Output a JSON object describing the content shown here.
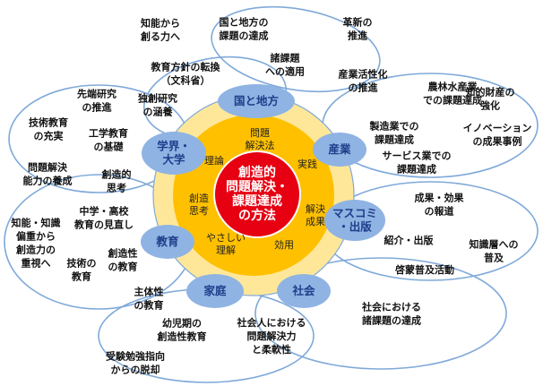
{
  "colors": {
    "ring_stroke": "#7fa9d9",
    "node_fill": "#8fb3e3",
    "node_text": "#1f3d8a",
    "outer_circle": "#ffe79a",
    "middle_circle": "#ffc000",
    "core_fill": "#e60012",
    "core_text": "#ffffff"
  },
  "core": {
    "lines": [
      "創造的",
      "問題解決・",
      "課題達成",
      "の方法"
    ]
  },
  "inner_labels": [
    {
      "id": "mondai",
      "lines": [
        "問題",
        "解決法"
      ]
    },
    {
      "id": "jissen",
      "lines": [
        "実践"
      ]
    },
    {
      "id": "kaiketsu",
      "lines": [
        "解決",
        "成果"
      ]
    },
    {
      "id": "kouyou",
      "lines": [
        "効用"
      ]
    },
    {
      "id": "yasashii",
      "lines": [
        "やさしい",
        "理解"
      ]
    },
    {
      "id": "souzou",
      "lines": [
        "創造",
        "思考"
      ]
    },
    {
      "id": "riron",
      "lines": [
        "理論"
      ]
    }
  ],
  "nodes": [
    {
      "id": "kuni",
      "lines": [
        "国と地方"
      ]
    },
    {
      "id": "sangyo",
      "lines": [
        "産業"
      ]
    },
    {
      "id": "masukomi",
      "lines": [
        "マスコミ",
        "・出版"
      ]
    },
    {
      "id": "shakai",
      "lines": [
        "社会"
      ]
    },
    {
      "id": "katei",
      "lines": [
        "家庭"
      ]
    },
    {
      "id": "kyoiku",
      "lines": [
        "教育"
      ]
    },
    {
      "id": "gakkai",
      "lines": [
        "学界・",
        "大学"
      ]
    }
  ],
  "labels": [
    {
      "id": "l1",
      "lines": [
        "知能から",
        "創る力へ"
      ]
    },
    {
      "id": "l2",
      "lines": [
        "国と地方の",
        "課題の達成"
      ]
    },
    {
      "id": "l3",
      "lines": [
        "革新の",
        "推進"
      ]
    },
    {
      "id": "l4",
      "lines": [
        "諸課題",
        "への適用"
      ]
    },
    {
      "id": "l5",
      "lines": [
        "教育方針の転換",
        "（文科省）"
      ]
    },
    {
      "id": "l6",
      "lines": [
        "産業活性化",
        "の推進"
      ]
    },
    {
      "id": "l7",
      "lines": [
        "先端研究",
        "の推進"
      ]
    },
    {
      "id": "l8",
      "lines": [
        "独創研究",
        "の涵養"
      ]
    },
    {
      "id": "l9",
      "lines": [
        "農林水産業",
        "での課題達成"
      ]
    },
    {
      "id": "l10",
      "lines": [
        "知的財産の",
        "強化"
      ]
    },
    {
      "id": "l11",
      "lines": [
        "技術教育",
        "の充実"
      ]
    },
    {
      "id": "l12",
      "lines": [
        "工学教育",
        "の基礎"
      ]
    },
    {
      "id": "l13",
      "lines": [
        "製造業での",
        "課題達成"
      ]
    },
    {
      "id": "l14",
      "lines": [
        "イノベーション",
        "の成果事例"
      ]
    },
    {
      "id": "l15",
      "lines": [
        "サービス業での",
        "課題達成"
      ]
    },
    {
      "id": "l16",
      "lines": [
        "問題解決",
        "能力の養成"
      ]
    },
    {
      "id": "l17",
      "lines": [
        "創造的",
        "思考"
      ]
    },
    {
      "id": "l18",
      "lines": [
        "成果・効果",
        "の報道"
      ]
    },
    {
      "id": "l19",
      "lines": [
        "中学・高校",
        "教育の見直し"
      ]
    },
    {
      "id": "l20",
      "lines": [
        "知能・知識",
        "偏重から",
        "創造力の",
        "重視へ"
      ]
    },
    {
      "id": "l21",
      "lines": [
        "創造性",
        "の教育"
      ]
    },
    {
      "id": "l22",
      "lines": [
        "技術の",
        "教育"
      ]
    },
    {
      "id": "l23",
      "lines": [
        "紹介・出版"
      ]
    },
    {
      "id": "l24",
      "lines": [
        "知識層への",
        "普及"
      ]
    },
    {
      "id": "l25",
      "lines": [
        "啓蒙普及活動"
      ]
    },
    {
      "id": "l26",
      "lines": [
        "主体性",
        "の教育"
      ]
    },
    {
      "id": "l27",
      "lines": [
        "社会における",
        "諸課題の達成"
      ]
    },
    {
      "id": "l28",
      "lines": [
        "幼児期の",
        "創造性教育"
      ]
    },
    {
      "id": "l29",
      "lines": [
        "社会人における",
        "問題解決力",
        "と柔軟性"
      ]
    },
    {
      "id": "l30",
      "lines": [
        "受験勉強指向",
        "からの脱却"
      ]
    }
  ]
}
